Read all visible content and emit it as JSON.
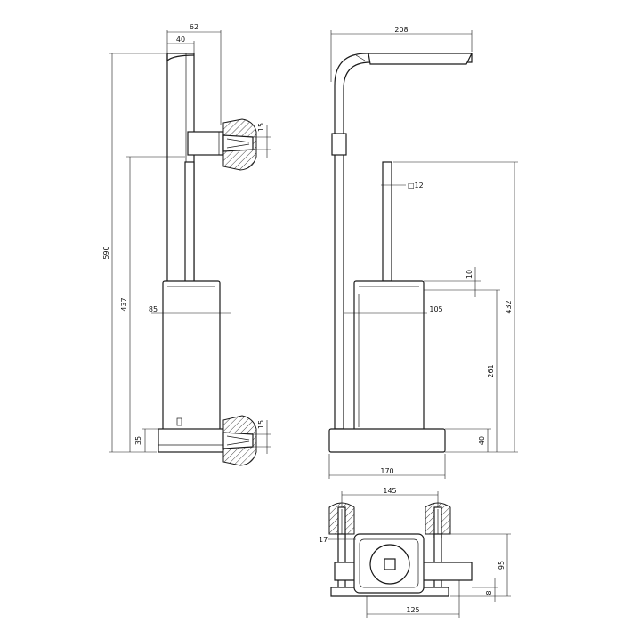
{
  "dimensions": {
    "side_width_total": "62",
    "side_width_top": "40",
    "side_height_total": "590",
    "side_height_holder": "437",
    "side_bracket_top": "15",
    "side_bracket_bottom": "15",
    "side_cup_width": "85",
    "side_base_height": "35",
    "front_arm_width": "208",
    "front_handle": "□12",
    "front_gap": "10",
    "front_cup_width": "105",
    "front_height": "432",
    "front_cup_height": "261",
    "front_base_height": "40",
    "front_base_width": "170",
    "plan_bracket_span": "145",
    "plan_bracket_offset": "17",
    "plan_depth": "95",
    "plan_base_height": "8",
    "plan_base_width": "125"
  },
  "colors": {
    "line": "#1a1a1a",
    "background": "#ffffff"
  }
}
